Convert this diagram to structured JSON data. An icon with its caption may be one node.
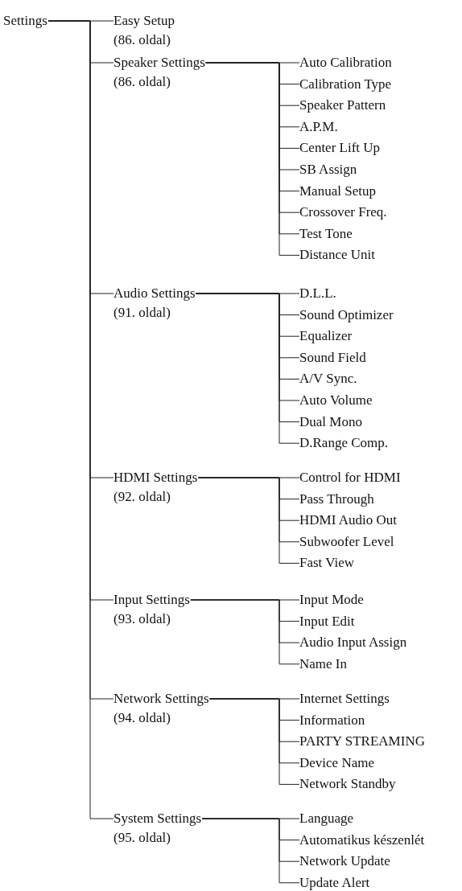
{
  "diagram": {
    "nodes": [
      {
        "text": [
          "Settings"
        ]
      },
      {
        "text": [
          "Easy Setup",
          "(86. oldal)"
        ]
      },
      {
        "text": [
          "Speaker Settings",
          "(86. oldal)"
        ]
      },
      {
        "text": [
          "Auto Calibration"
        ]
      },
      {
        "text": [
          "Calibration Type"
        ]
      },
      {
        "text": [
          "Speaker Pattern"
        ]
      },
      {
        "text": [
          "A.P.M."
        ]
      },
      {
        "text": [
          "Center Lift Up"
        ]
      },
      {
        "text": [
          "SB Assign"
        ]
      },
      {
        "text": [
          "Manual Setup"
        ]
      },
      {
        "text": [
          "Crossover Freq."
        ]
      },
      {
        "text": [
          "Test Tone"
        ]
      },
      {
        "text": [
          "Distance Unit"
        ]
      },
      {
        "text": [
          "Audio Settings",
          "(91. oldal)"
        ]
      },
      {
        "text": [
          "D.L.L."
        ]
      },
      {
        "text": [
          "Sound Optimizer"
        ]
      },
      {
        "text": [
          "Equalizer"
        ]
      },
      {
        "text": [
          "Sound Field"
        ]
      },
      {
        "text": [
          "A/V Sync."
        ]
      },
      {
        "text": [
          "Auto Volume"
        ]
      },
      {
        "text": [
          "Dual Mono"
        ]
      },
      {
        "text": [
          "D.Range Comp."
        ]
      },
      {
        "text": [
          "HDMI Settings",
          "(92. oldal)"
        ]
      },
      {
        "text": [
          "Control for HDMI"
        ]
      },
      {
        "text": [
          "Pass Through"
        ]
      },
      {
        "text": [
          "HDMI Audio Out"
        ]
      },
      {
        "text": [
          "Subwoofer Level"
        ]
      },
      {
        "text": [
          "Fast View"
        ]
      },
      {
        "text": [
          "Input Settings",
          "(93. oldal)"
        ]
      },
      {
        "text": [
          "Input Mode"
        ]
      },
      {
        "text": [
          "Input Edit"
        ]
      },
      {
        "text": [
          "Audio Input Assign"
        ]
      },
      {
        "text": [
          "Name In"
        ]
      },
      {
        "text": [
          "Network Settings",
          "(94. oldal)"
        ]
      },
      {
        "text": [
          "Internet Settings"
        ]
      },
      {
        "text": [
          "Information"
        ]
      },
      {
        "text": [
          "PARTY STREAMING"
        ]
      },
      {
        "text": [
          "Device Name"
        ]
      },
      {
        "text": [
          "Network Standby"
        ]
      },
      {
        "text": [
          "System Settings",
          "(95. oldal)"
        ]
      },
      {
        "text": [
          "Language"
        ]
      },
      {
        "text": [
          "Automatikus készenlét"
        ]
      },
      {
        "text": [
          "Network Update"
        ]
      },
      {
        "text": [
          "Update Alert"
        ]
      }
    ],
    "edges": [
      {
        "from": 0,
        "to": 1,
        "arrow": "none"
      },
      {
        "from": 0,
        "to": 2,
        "arrow": "none"
      },
      {
        "from": 2,
        "to": 3,
        "arrow": "none"
      },
      {
        "from": 2,
        "to": 4,
        "arrow": "none"
      },
      {
        "from": 2,
        "to": 5,
        "arrow": "none"
      },
      {
        "from": 2,
        "to": 6,
        "arrow": "none"
      },
      {
        "from": 2,
        "to": 7,
        "arrow": "none"
      },
      {
        "from": 2,
        "to": 8,
        "arrow": "none"
      },
      {
        "from": 2,
        "to": 9,
        "arrow": "none"
      },
      {
        "from": 2,
        "to": 10,
        "arrow": "none"
      },
      {
        "from": 2,
        "to": 11,
        "arrow": "none"
      },
      {
        "from": 2,
        "to": 12,
        "arrow": "none"
      },
      {
        "from": 0,
        "to": 13,
        "arrow": "none"
      },
      {
        "from": 13,
        "to": 14,
        "arrow": "none"
      },
      {
        "from": 13,
        "to": 15,
        "arrow": "none"
      },
      {
        "from": 13,
        "to": 16,
        "arrow": "none"
      },
      {
        "from": 13,
        "to": 17,
        "arrow": "none"
      },
      {
        "from": 13,
        "to": 18,
        "arrow": "none"
      },
      {
        "from": 13,
        "to": 19,
        "arrow": "none"
      },
      {
        "from": 13,
        "to": 20,
        "arrow": "none"
      },
      {
        "from": 13,
        "to": 21,
        "arrow": "none"
      },
      {
        "from": 0,
        "to": 22,
        "arrow": "none"
      },
      {
        "from": 22,
        "to": 23,
        "arrow": "none"
      },
      {
        "from": 22,
        "to": 24,
        "arrow": "none"
      },
      {
        "from": 22,
        "to": 25,
        "arrow": "none"
      },
      {
        "from": 22,
        "to": 26,
        "arrow": "none"
      },
      {
        "from": 22,
        "to": 27,
        "arrow": "none"
      },
      {
        "from": 0,
        "to": 28,
        "arrow": "none"
      },
      {
        "from": 28,
        "to": 29,
        "arrow": "none"
      },
      {
        "from": 28,
        "to": 30,
        "arrow": "none"
      },
      {
        "from": 28,
        "to": 31,
        "arrow": "none"
      },
      {
        "from": 28,
        "to": 32,
        "arrow": "none"
      },
      {
        "from": 0,
        "to": 33,
        "arrow": "none"
      },
      {
        "from": 33,
        "to": 34,
        "arrow": "none"
      },
      {
        "from": 33,
        "to": 35,
        "arrow": "none"
      },
      {
        "from": 33,
        "to": 36,
        "arrow": "none"
      },
      {
        "from": 33,
        "to": 37,
        "arrow": "none"
      },
      {
        "from": 33,
        "to": 38,
        "arrow": "none"
      },
      {
        "from": 0,
        "to": 39,
        "arrow": "none"
      },
      {
        "from": 39,
        "to": 40,
        "arrow": "none"
      },
      {
        "from": 39,
        "to": 41,
        "arrow": "none"
      },
      {
        "from": 39,
        "to": 42,
        "arrow": "none"
      },
      {
        "from": 39,
        "to": 43,
        "arrow": "none"
      }
    ]
  }
}
